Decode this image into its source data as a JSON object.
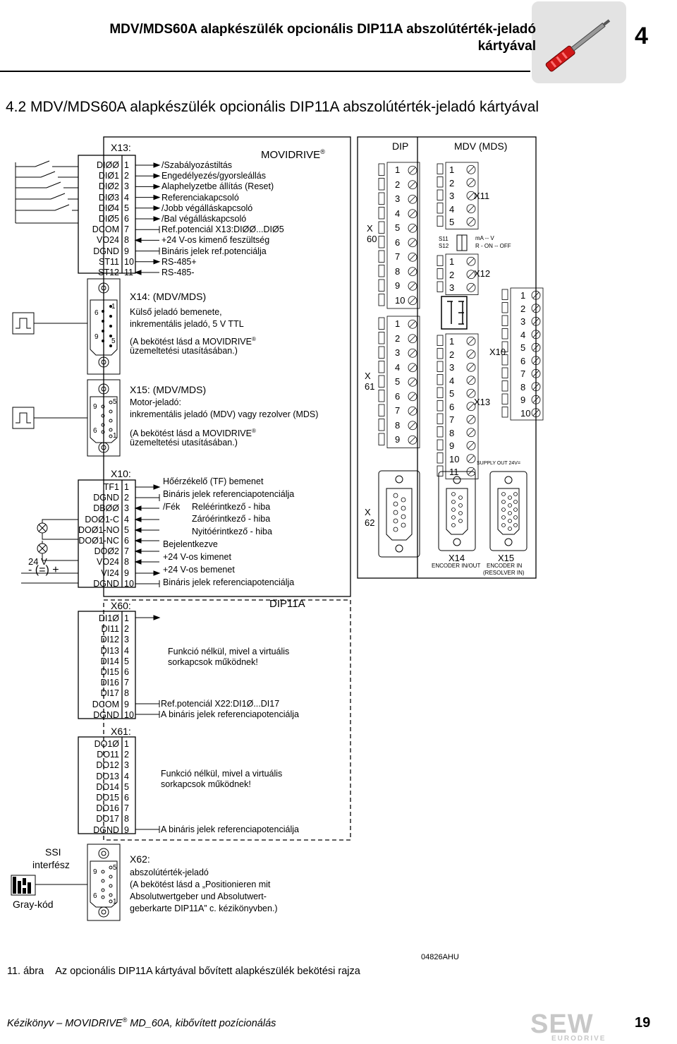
{
  "header": {
    "title_line1": "MDV/MDS60A alapkészülék opcionális DIP11A abszolútérték-jeladó",
    "title_line2": "kártyával",
    "chapter": "4"
  },
  "section_title": "4.2   MDV/MDS60A alapkészülék opcionális DIP11A abszolútérték-jeladó kártyával",
  "diagram": {
    "movidrive": "MOVIDRIVE",
    "reg": "®",
    "x13": {
      "label": "X13:",
      "rows": [
        {
          "name": "DIØØ",
          "num": "1",
          "desc": "/Szabályozástiltás"
        },
        {
          "name": "DIØ1",
          "num": "2",
          "desc": "Engedélyezés/gyorsleállás"
        },
        {
          "name": "DIØ2",
          "num": "3",
          "desc": "Alaphelyzetbe állítás (Reset)"
        },
        {
          "name": "DIØ3",
          "num": "4",
          "desc": "Referenciakapcsoló"
        },
        {
          "name": "DIØ4",
          "num": "5",
          "desc": "/Jobb végálláskapcsoló"
        },
        {
          "name": "DIØ5",
          "num": "6",
          "desc": "/Bal végálláskapcsoló"
        },
        {
          "name": "DCOM",
          "num": "7",
          "desc": "Ref.potenciál X13:DIØØ...DIØ5"
        },
        {
          "name": "VO24",
          "num": "8",
          "desc": "+24 V-os kimenő feszültség"
        },
        {
          "name": "DGND",
          "num": "9",
          "desc": "Bináris jelek ref.potenciálja"
        },
        {
          "name": "ST11",
          "num": "10",
          "desc": "RS-485+"
        },
        {
          "name": "ST12",
          "num": "11",
          "desc": "RS-485-"
        }
      ]
    },
    "x14": {
      "title": "X14: (MDV/MDS)",
      "l1": "Külső jeladó bemenete,",
      "l2": "inkrementális jeladó, 5 V TTL",
      "l3": "(A bekötést lásd a MOVIDRIVE",
      "l4": "üzemeltetési utasításában.)"
    },
    "x15": {
      "title": "X15: (MDV/MDS)",
      "l1": "Motor-jeladó:",
      "l2": "inkrementális jeladó (MDV) vagy rezolver (MDS)",
      "l3": "(A bekötést lásd a MOVIDRIVE",
      "l4": "üzemeltetési utasításában.)"
    },
    "x10": {
      "label": "X10:",
      "rows": [
        {
          "name": "TF1",
          "num": "1",
          "desc": "Hőérzékelő (TF) bemenet"
        },
        {
          "name": "DGND",
          "num": "2",
          "desc": "Bináris jelek referenciapotenciálja"
        },
        {
          "name": "DBØØ",
          "num": "3",
          "desc": "/Fék"
        },
        {
          "name": "DOØ1-C",
          "num": "4",
          "desc": "Reléérintkező - hiba"
        },
        {
          "name": "DOØ1-NO",
          "num": "5",
          "desc": "Záróérintkező - hiba"
        },
        {
          "name": "DOØ1-NC",
          "num": "6",
          "desc": "Nyitóérintkező - hiba"
        },
        {
          "name": "DOØ2",
          "num": "7",
          "desc": "Bejelentkezve"
        },
        {
          "name": "VO24",
          "num": "8",
          "desc": "+24 V-os kimenet"
        },
        {
          "name": "VI24",
          "num": "9",
          "desc": "+24 V-os bemenet"
        },
        {
          "name": "DGND",
          "num": "10",
          "desc": "Bináris jelek referenciapotenciálja"
        }
      ]
    },
    "v24": "24 V",
    "dip11a": "DIP11A",
    "x60": {
      "label": "X60:",
      "rows": [
        {
          "name": "DI1Ø",
          "num": "1"
        },
        {
          "name": "DI11",
          "num": "2"
        },
        {
          "name": "DI12",
          "num": "3"
        },
        {
          "name": "DI13",
          "num": "4"
        },
        {
          "name": "DI14",
          "num": "5"
        },
        {
          "name": "DI15",
          "num": "6"
        },
        {
          "name": "DI16",
          "num": "7"
        },
        {
          "name": "DI17",
          "num": "8"
        },
        {
          "name": "DCOM",
          "num": "9"
        },
        {
          "name": "DGND",
          "num": "10"
        }
      ],
      "note1": "Funkció nélkül, mivel a virtuális",
      "note2": "sorkapcsok működnek!",
      "ref1": "Ref.potenciál X22:DI1Ø...DI17",
      "ref2": "A bináris jelek referenciapotenciálja"
    },
    "x61": {
      "label": "X61:",
      "rows": [
        {
          "name": "DO1Ø",
          "num": "1"
        },
        {
          "name": "DO11",
          "num": "2"
        },
        {
          "name": "DO12",
          "num": "3"
        },
        {
          "name": "DO13",
          "num": "4"
        },
        {
          "name": "DO14",
          "num": "5"
        },
        {
          "name": "DO15",
          "num": "6"
        },
        {
          "name": "DO16",
          "num": "7"
        },
        {
          "name": "DO17",
          "num": "8"
        },
        {
          "name": "DGND",
          "num": "9"
        }
      ],
      "note1": "Funkció nélkül, mivel a virtuális",
      "note2": "sorkapcsok működnek!",
      "ref": "A bináris jelek referenciapotenciálja"
    },
    "ssi1": "SSI",
    "ssi2": "interfész",
    "gray": "Gray-kód",
    "x62": {
      "title": "X62:",
      "l1": "abszolútérték-jeladó",
      "l2": "(A bekötést lásd a „Positionieren mit",
      "l3": "Absolutwertgeber und Absolutwert-",
      "l4": "geberkarte DIP11A” c. kézikönyvben.)"
    },
    "panel_dip": {
      "title": "DIP",
      "x60": "X",
      "x60b": "60",
      "x61": "X",
      "x61b": "61",
      "x62": "X",
      "x62b": "62",
      "nums60": [
        "1",
        "2",
        "3",
        "4",
        "5",
        "6",
        "7",
        "8",
        "9",
        "10"
      ],
      "nums61": [
        "1",
        "2",
        "3",
        "4",
        "5",
        "6",
        "7",
        "8",
        "9"
      ]
    },
    "panel_mdv": {
      "title": "MDV (MDS)",
      "x11": "X11",
      "x12": "X12",
      "x13": "X13",
      "x10": "X10",
      "s11": "S11",
      "s12": "S12",
      "sw1": "mA  --  V",
      "sw2": "R  -  ON  --  OFF",
      "supply": "SUPPLY OUT 24V=",
      "x14": "X14",
      "x15": "X15",
      "enc1": "ENCODER IN/OUT",
      "enc2": "ENCODER IN",
      "enc3": "(RESOLVER IN)",
      "n11": [
        "1",
        "2",
        "3",
        "4",
        "5"
      ],
      "n12": [
        "1",
        "2",
        "3"
      ],
      "n13": [
        "1",
        "2",
        "3",
        "4",
        "5",
        "6",
        "7",
        "8",
        "9",
        "10",
        "11"
      ],
      "n10": [
        "1",
        "2",
        "3",
        "4",
        "5",
        "6",
        "7",
        "8",
        "9",
        "10"
      ]
    }
  },
  "caption": {
    "label": "11. ábra",
    "text": "Az opcionális DIP11A kártyával bővített alapkészülék bekötési rajza",
    "code": "04826AHU"
  },
  "footer": {
    "text_a": "Kézikönyv – MOVIDRIVE",
    "reg": "®",
    "text_b": " MD_60A, kibővített pozícionálás",
    "page": "19",
    "logo": "SEW",
    "logo_sub": "EURODRIVE"
  }
}
